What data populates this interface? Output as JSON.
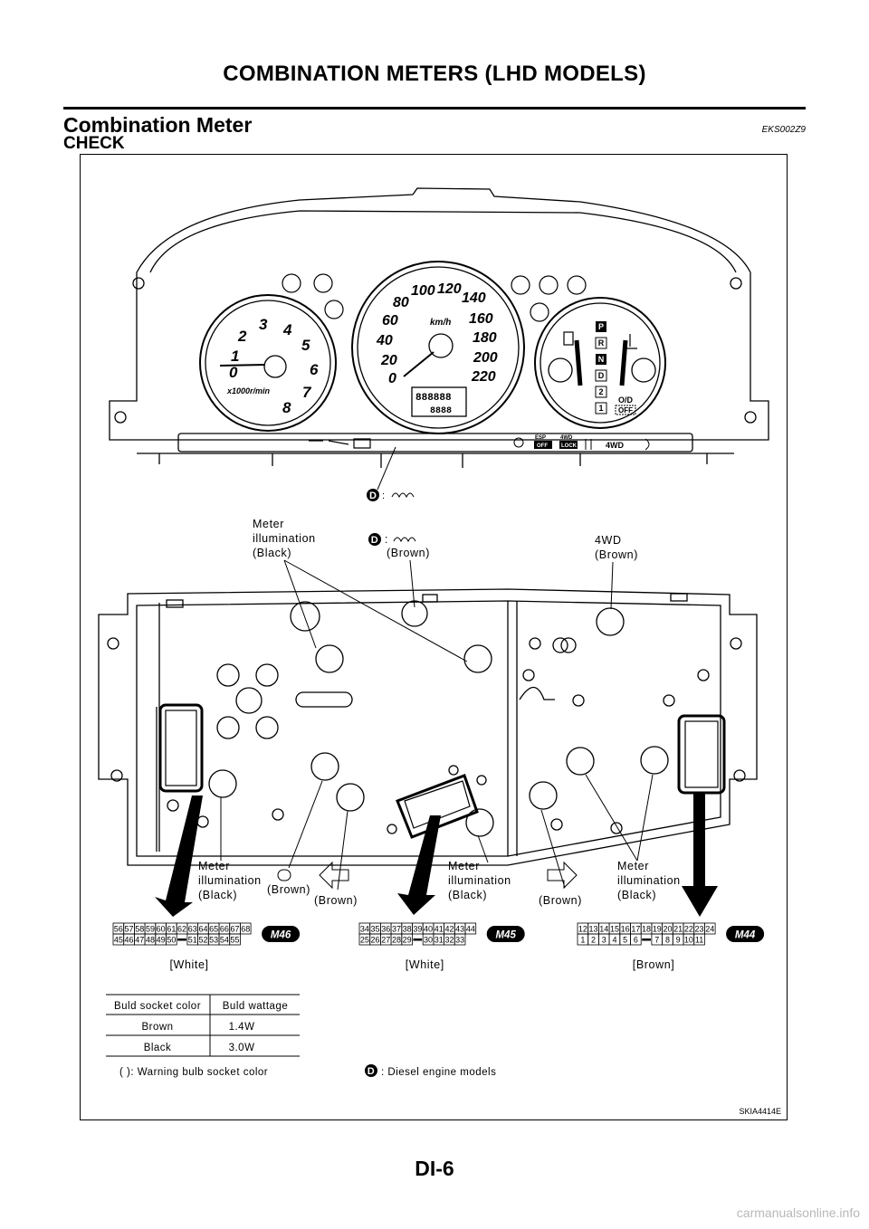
{
  "page": {
    "header": "COMBINATION METERS (LHD MODELS)",
    "section_title": "Combination Meter",
    "section_code": "EKS002Z9",
    "subsection": "CHECK",
    "page_number": "DI-6",
    "watermark": "carmanualsonline.info"
  },
  "figure": {
    "id": "SKIA4414E",
    "tacho": {
      "numbers": [
        "0",
        "1",
        "2",
        "3",
        "4",
        "5",
        "6",
        "7",
        "8"
      ],
      "unit": "x1000r/min"
    },
    "speedo": {
      "numbers": [
        "0",
        "20",
        "40",
        "60",
        "80",
        "100",
        "120",
        "140",
        "160",
        "180",
        "200",
        "220"
      ],
      "unit": "km/h",
      "odo_digits": "888888",
      "trip_digits": "8888"
    },
    "gear_positions": [
      "P",
      "R",
      "N",
      "D",
      "2",
      "1"
    ],
    "od_off": [
      "O/D",
      "OFF"
    ],
    "indicator_texts": [
      "ESP",
      "OFF",
      "4WD",
      "LOCK",
      "4WD"
    ],
    "diesel_symbol": "D",
    "labels": {
      "diesel_top": ":",
      "meter_illum_tl": [
        "Meter",
        "illumination",
        "(Black)"
      ],
      "diesel_brown": ":",
      "brown_top": "(Brown)",
      "fourwd": [
        "4WD",
        "(Brown)"
      ],
      "meter_illum_bl": [
        "Meter",
        "illumination",
        "(Black)"
      ],
      "brown_headlamp": "(Brown)",
      "brown_left_arrow": "(Brown)",
      "meter_illum_bm": [
        "Meter",
        "illumination",
        "(Black)"
      ],
      "brown_right_arrow": "(Brown)",
      "meter_illum_br": [
        "Meter",
        "illumination",
        "(Black)"
      ]
    },
    "connectors": [
      {
        "name": "M46",
        "color_label": "[White]",
        "top": [
          "56",
          "57",
          "58",
          "59",
          "60",
          "61",
          "62",
          "63",
          "64",
          "65",
          "66",
          "67",
          "68"
        ],
        "bottom": [
          "45",
          "46",
          "47",
          "48",
          "49",
          "50",
          "",
          "51",
          "52",
          "53",
          "54",
          "55"
        ]
      },
      {
        "name": "M45",
        "color_label": "[White]",
        "top": [
          "34",
          "35",
          "36",
          "37",
          "38",
          "39",
          "40",
          "41",
          "42",
          "43",
          "44"
        ],
        "bottom": [
          "25",
          "26",
          "27",
          "28",
          "29",
          "",
          "30",
          "31",
          "32",
          "33"
        ]
      },
      {
        "name": "M44",
        "color_label": "[Brown]",
        "top": [
          "12",
          "13",
          "14",
          "15",
          "16",
          "17",
          "18",
          "19",
          "20",
          "21",
          "22",
          "23",
          "24"
        ],
        "bottom": [
          "1",
          "2",
          "3",
          "4",
          "5",
          "6",
          "",
          "7",
          "8",
          "9",
          "10",
          "11"
        ]
      }
    ],
    "bulb_table": {
      "headers": [
        "Buld socket color",
        "Buld wattage"
      ],
      "rows": [
        [
          "Brown",
          "1.4W"
        ],
        [
          "Black",
          "3.0W"
        ]
      ]
    },
    "note_warning": "(   ): Warning bulb socket color",
    "note_diesel": ": Diesel engine models"
  }
}
